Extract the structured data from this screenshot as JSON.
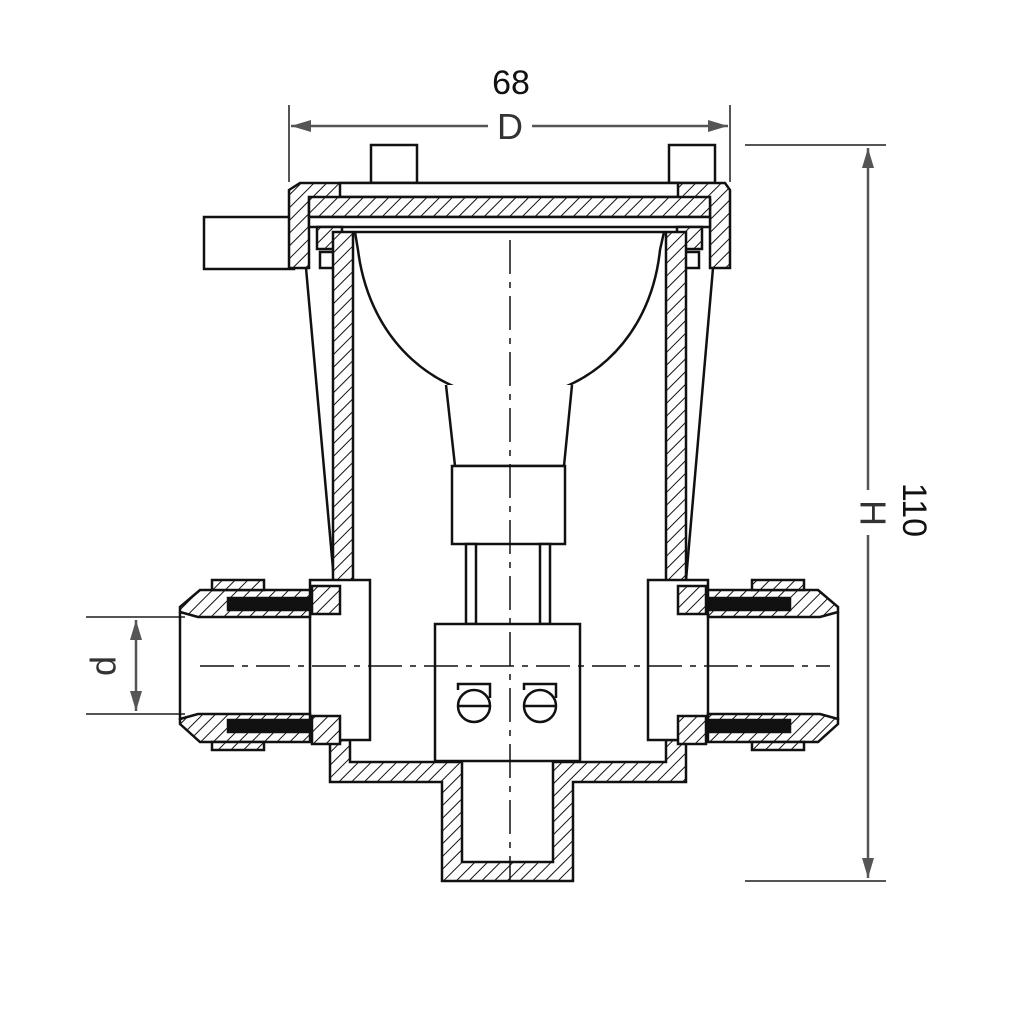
{
  "dimensions": {
    "width_value": "68",
    "width_symbol": "D",
    "height_value": "110",
    "height_symbol": "H",
    "port_symbol": "d"
  },
  "colors": {
    "line": "#111111",
    "dim_line": "#555555",
    "background": "#ffffff"
  }
}
